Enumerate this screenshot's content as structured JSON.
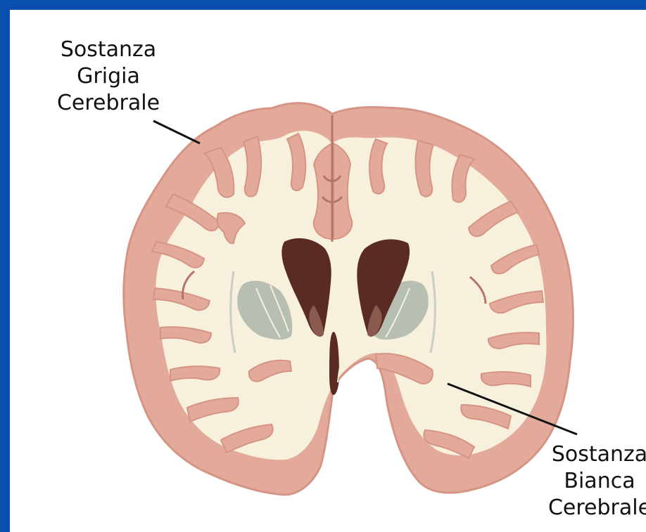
{
  "labels": {
    "gray_matter": [
      "Sostanza",
      "Grigia",
      "Cerebrale"
    ],
    "white_matter": [
      "Sostanza",
      "Bianca",
      "Cerebrale"
    ]
  },
  "colors": {
    "border": "#0a4fae",
    "background": "#ffffff",
    "gray_matter": "#e3aa9b",
    "gray_matter_edge": "#d59484",
    "white_matter": "#f6f0dc",
    "ventricles": "#5a2b22",
    "ventricle_shade": "#8a5a4e",
    "basal_nuclei": "#b7bfb2",
    "sulci": "#b47566",
    "leader_line": "#111111"
  }
}
